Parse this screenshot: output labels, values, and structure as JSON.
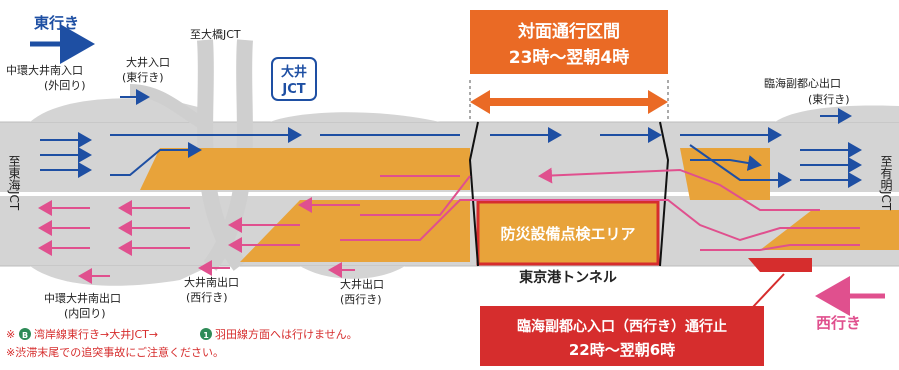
{
  "directions": {
    "eastbound": "東行き",
    "westbound": "西行き"
  },
  "junctions": {
    "oi_jct_direction": "至大橋JCT",
    "oi_jct_badge_line1": "大井",
    "oi_jct_badge_line2": "JCT",
    "left_end": "至東海JCT",
    "right_end": "至有明JCT"
  },
  "ramps": {
    "chuo_oi_minami_entrance": "中環大井南入口",
    "chuo_oi_minami_entrance_sub": "(外回り)",
    "oi_entrance": "大井入口",
    "oi_entrance_sub": "(東行き)",
    "rinkai_exit": "臨海副都心出口",
    "rinkai_exit_sub": "(東行き)",
    "chuo_oi_minami_exit": "中環大井南出口",
    "chuo_oi_minami_exit_sub": "(内回り)",
    "oi_minami_exit": "大井南出口",
    "oi_minami_exit_sub": "(西行き)",
    "oi_exit": "大井出口",
    "oi_exit_sub": "(西行き)"
  },
  "contraflow": {
    "title": "対面通行区間",
    "time": "23時～翌朝4時"
  },
  "tunnel": {
    "inspection_area": "防災設備点検エリア",
    "name": "東京港トンネル"
  },
  "closure": {
    "title": "臨海副都心入口（西行き）通行止",
    "time": "22時～翌朝6時"
  },
  "notes": {
    "note1_prefix": "※",
    "note1_a": "湾岸線東行き→大井JCT→",
    "note1_b": "羽田線方面へは行けません。",
    "note2": "※渋滞末尾での追突事故にご注意ください。",
    "route_badge": "B",
    "route_badge2": "1"
  },
  "colors": {
    "road": "#d4d4d4",
    "blue": "#1e4fa3",
    "pink": "#e0508e",
    "orange": "#ea6a25",
    "amber": "#e8a33a",
    "red": "#d62d2d"
  }
}
